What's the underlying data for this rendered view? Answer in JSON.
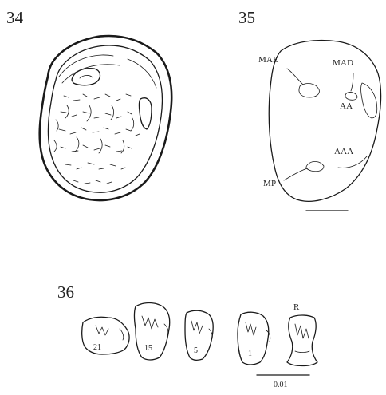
{
  "figures": {
    "fig34": {
      "number": "34"
    },
    "fig35": {
      "number": "35",
      "labels": {
        "mae": "MAE",
        "mad": "MAD",
        "aa": "AA",
        "aaa": "AAA",
        "mp": "MP"
      }
    },
    "fig36": {
      "number": "36",
      "teeth": [
        "21",
        "15",
        "5",
        "1"
      ],
      "rachidian_label": "R",
      "scale_label": "0.01"
    }
  }
}
